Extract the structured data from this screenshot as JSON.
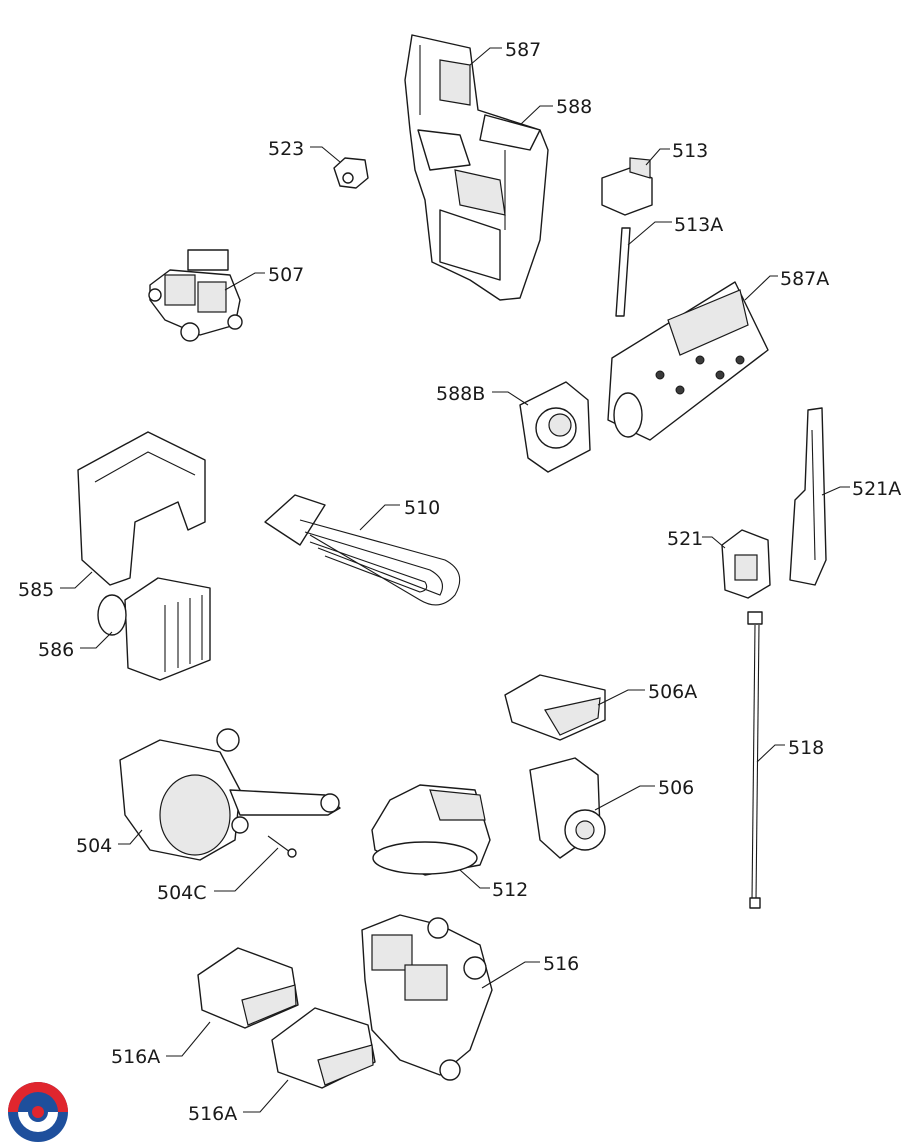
{
  "labels": {
    "p587": "587",
    "p588": "588",
    "p523": "523",
    "p513": "513",
    "p513a": "513A",
    "p507": "507",
    "p587a": "587A",
    "p588b": "588B",
    "p521a": "521A",
    "p510": "510",
    "p521": "521",
    "p585": "585",
    "p586": "586",
    "p506a": "506A",
    "p518": "518",
    "p506": "506",
    "p504": "504",
    "p504c": "504C",
    "p512": "512",
    "p516": "516",
    "p516a_1": "516A",
    "p516a_2": "516A"
  },
  "colors": {
    "line": "#1a1a1a",
    "logo_red": "#e0262e",
    "logo_blue": "#1e4f9c"
  },
  "logo": {
    "icon": "brand-swirl-logo"
  }
}
